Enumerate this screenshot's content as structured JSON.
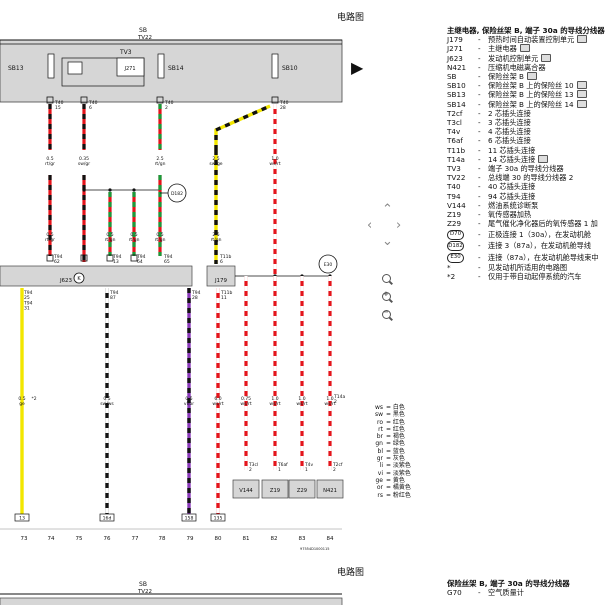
{
  "page_title": "电路图",
  "page_title_2": "电路图",
  "diagram": {
    "top_bar": {
      "label": "SB",
      "sub": "TV22"
    },
    "bottom_bar": {
      "label": "SB",
      "sub": "TV22"
    },
    "fuses": {
      "sb13": "SB13",
      "sb14": "SB14",
      "sb10": "SB10",
      "j271": "J271",
      "tv3": "TV3"
    },
    "col_numbers": [
      "73",
      "74",
      "75",
      "76",
      "77",
      "78",
      "79",
      "80",
      "81",
      "82",
      "83",
      "84"
    ],
    "ref_code": "97554D1000115",
    "connectors_top": [
      "T40\n15",
      "T40\n6",
      "T40\n2",
      "T40\n28"
    ],
    "wires_top": [
      "0.5\nrt/gr",
      "0.35\nsw/gr",
      "2.5\nrt/gn",
      "2.5\nsw/ge",
      "1.0\nws/rt"
    ],
    "wires_mid": [
      "0.5\nrt/gr",
      "0.5\nrt/gn",
      "0.5\nrt/gn",
      "0.5\nrt/gn",
      "2.5\nrt/gn"
    ],
    "connectors_mid": [
      "T94\n62",
      "T94\n13",
      "T94\n64",
      "T94\n65",
      "T11b\n6"
    ],
    "j_labels": {
      "j623": "J623",
      "j179": "J179",
      "k": "K",
      "d182": "D182",
      "e30": "E30"
    },
    "bus_connectors": [
      "T94\n25\nT94\n31",
      "T94\n87",
      "T94\n28",
      "T11b\n11"
    ],
    "wires_low": [
      "0.5\nge",
      "0.5\nsw/ws",
      "0.5\nvi/br",
      "6.0\nws/rt",
      "0.75\nws/rt",
      "1.0\nws/rt",
      "1.0\nws/rt",
      "1.0\nws/rt"
    ],
    "bottom_refs": [
      "13",
      "16d",
      "158",
      "135"
    ],
    "bottom_comps": [
      "V144",
      "Z19",
      "Z29",
      "N421"
    ],
    "bottom_conns": [
      "T3cl\n2",
      "T6af\n1",
      "T4v\n1",
      "T2cf\n2",
      "T14a\n2"
    ],
    "star_note": "*2"
  },
  "legend": {
    "title": "主继电器, 保险丝架 B, 端子 30a 的导线分线器",
    "items": [
      {
        "code": "J179",
        "text": "预热时间自动装置控制单元",
        "icon": true
      },
      {
        "code": "J271",
        "text": "主继电器",
        "icon": true
      },
      {
        "code": "J623",
        "text": "发动机控制单元",
        "icon": true
      },
      {
        "code": "N421",
        "text": "压缩机电磁离合器",
        "icon": false
      },
      {
        "code": "SB",
        "text": "保险丝架 B",
        "icon": true
      },
      {
        "code": "SB10",
        "text": "保险丝架 B 上的保险丝 10",
        "icon": true
      },
      {
        "code": "SB13",
        "text": "保险丝架 B 上的保险丝 13",
        "icon": true
      },
      {
        "code": "SB14",
        "text": "保险丝架 B 上的保险丝 14",
        "icon": true
      },
      {
        "code": "T2cf",
        "text": "2 芯插头连接",
        "icon": false
      },
      {
        "code": "T3cl",
        "text": "3 芯插头连接",
        "icon": false
      },
      {
        "code": "T4v",
        "text": "4 芯插头连接",
        "icon": false
      },
      {
        "code": "T6af",
        "text": "6 芯插头连接",
        "icon": false
      },
      {
        "code": "T11b",
        "text": "11 芯插头连接",
        "icon": false
      },
      {
        "code": "T14a",
        "text": "14 芯插头连接",
        "icon": true
      },
      {
        "code": "TV3",
        "text": "端子 30a 的导线分线器",
        "icon": false
      },
      {
        "code": "TV22",
        "text": "总线端 30 的导线分线器 2",
        "icon": false
      },
      {
        "code": "T40",
        "text": "40 芯插头连接",
        "icon": false
      },
      {
        "code": "T94",
        "text": "94 芯插头连接",
        "icon": false
      },
      {
        "code": "V144",
        "text": "燃油系统诊断泵",
        "icon": false
      },
      {
        "code": "Z19",
        "text": "氧传感器加热",
        "icon": false
      },
      {
        "code": "Z29",
        "text": "尾气催化净化器后的氧传感器 1 加",
        "icon": false
      }
    ],
    "circles": [
      {
        "code": "D70",
        "text": "正极连接 1（30a），在发动机舱"
      },
      {
        "code": "D182",
        "text": "连接 3（87a），在发动机舱导线"
      },
      {
        "code": "E30",
        "text": "连接（87a），在发动机舱导线束中"
      }
    ],
    "notes": [
      {
        "code": "*",
        "text": "见发动机所适用的电路图"
      },
      {
        "code": "*2",
        "text": "仅用于带自动起停系统的汽车"
      }
    ]
  },
  "color_key": [
    {
      "abbr": "ws",
      "name": "白色"
    },
    {
      "abbr": "sw",
      "name": "黑色"
    },
    {
      "abbr": "ro",
      "name": "红色"
    },
    {
      "abbr": "rt",
      "name": "红色"
    },
    {
      "abbr": "br",
      "name": "褐色"
    },
    {
      "abbr": "gn",
      "name": "绿色"
    },
    {
      "abbr": "bl",
      "name": "蓝色"
    },
    {
      "abbr": "gr",
      "name": "灰色"
    },
    {
      "abbr": "li",
      "name": "淡紫色"
    },
    {
      "abbr": "vi",
      "name": "淡紫色"
    },
    {
      "abbr": "ge",
      "name": "黄色"
    },
    {
      "abbr": "or",
      "name": "橘黄色"
    },
    {
      "abbr": "rs",
      "name": "粉红色"
    }
  ],
  "legend2": {
    "title": "保险丝架 B, 端子 30a 的导线分线器",
    "items": [
      {
        "code": "G70",
        "text": "空气质量计"
      }
    ]
  },
  "colors": {
    "red": "#e4141b",
    "green": "#1a9a3a",
    "yellow": "#f2e600",
    "black": "#111111",
    "violet": "#8a3ab9",
    "bar": "#d6d6d6"
  }
}
